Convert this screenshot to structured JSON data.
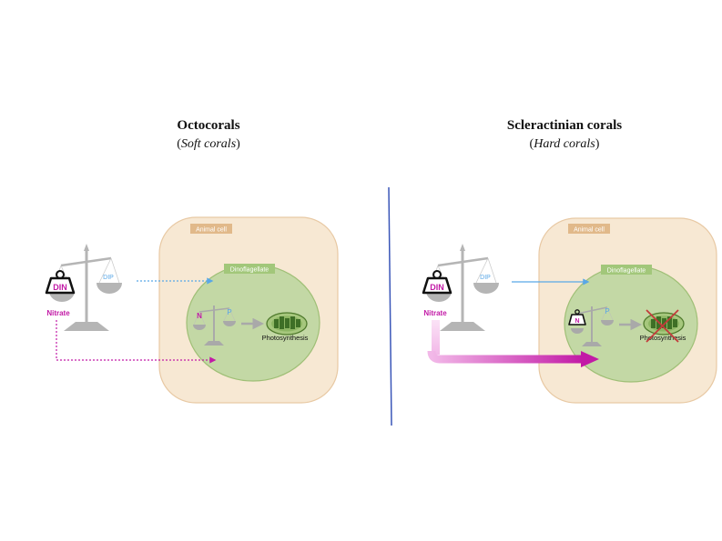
{
  "left": {
    "title": "Octocorals",
    "subtitle_open": "(",
    "subtitle_italic": "Soft corals",
    "subtitle_close": ")",
    "animal_cell_label": "Animal cell",
    "dinoflagellate_label": "Dinoflagellate",
    "din_label": "DIN",
    "dip_label": "DIP",
    "nitrate_label": "Nitrate",
    "n_label": "N",
    "p_label": "P",
    "process_label": "Photosynthesis"
  },
  "right": {
    "title": "Scleractinian corals",
    "subtitle_open": "(",
    "subtitle_italic": "Hard corals",
    "subtitle_close": ")",
    "animal_cell_label": "Animal cell",
    "dinoflagellate_label": "Dinoflagellate",
    "din_label": "DIN",
    "dip_label": "DIP",
    "nitrate_label": "Nitrate",
    "n_label": "N",
    "p_label": "P",
    "process_label": "Photosynthesis"
  },
  "colors": {
    "magenta": "#c21aa6",
    "blue": "#59a7e6",
    "scale_gray": "#b5b5b5",
    "cell_fill": "#f7e8d3",
    "cell_stroke": "#e8c9a4",
    "algae_fill": "#c3d8a5",
    "algae_stroke": "#9fbf76",
    "label_bg": "#e1b98a",
    "dino_label_bg": "#a2c77a",
    "divider": "#3a56b8",
    "cross": "#c43a3a"
  }
}
